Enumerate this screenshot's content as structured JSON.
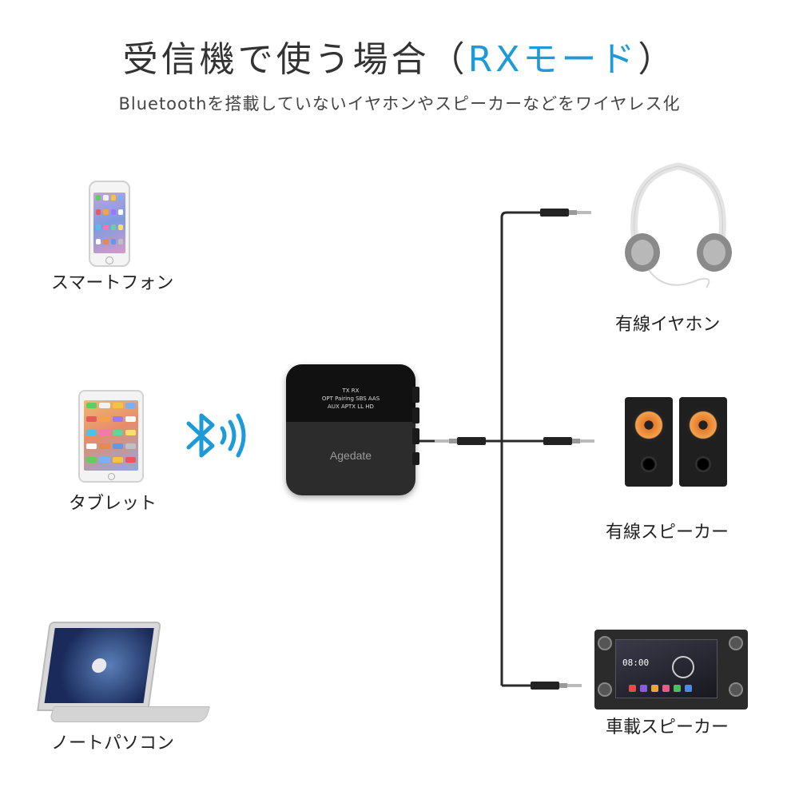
{
  "header": {
    "title_main": "受信機で使う場合（",
    "title_accent": "RXモード",
    "title_end": "）",
    "subtitle": "Bluetoothを搭載していないイヤホンやスピーカーなどをワイヤレス化"
  },
  "sources": [
    {
      "label": "スマートフォン",
      "icon": "smartphone-icon"
    },
    {
      "label": "タブレット",
      "icon": "tablet-icon"
    },
    {
      "label": "ノートパソコン",
      "icon": "laptop-icon"
    }
  ],
  "receiver": {
    "brand": "Agedate",
    "led_row1": "TX RX",
    "led_row2": "OPT Pairing SBS AAS",
    "led_row3": "AUX APTX LL HD"
  },
  "outputs": [
    {
      "label": "有線イヤホン",
      "icon": "headphones-icon"
    },
    {
      "label": "有線スピーカー",
      "icon": "speakers-icon"
    },
    {
      "label": "車載スピーカー",
      "icon": "car-stereo-icon"
    }
  ],
  "car_screen": {
    "time": "08:00"
  },
  "colors": {
    "accent": "#1d9bd8",
    "bluetooth": "#1d9bd8",
    "speaker_cone": "#e57b28"
  }
}
